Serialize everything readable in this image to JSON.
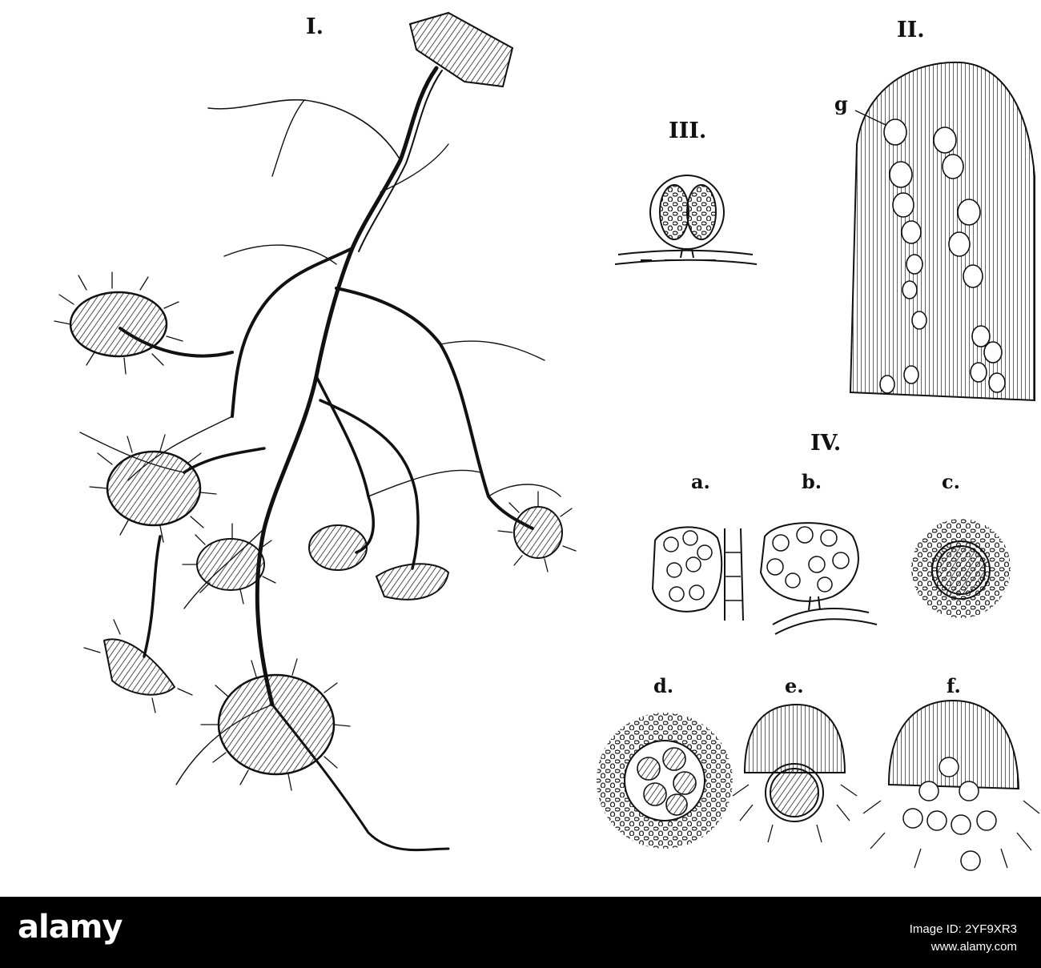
{
  "figure": {
    "labels": {
      "fig1": "I.",
      "fig2": "II.",
      "fig3": "III.",
      "fig4": "IV.",
      "sub_a": "a.",
      "sub_b": "b.",
      "sub_c": "c.",
      "sub_d": "d.",
      "sub_e": "e.",
      "sub_f": "f.",
      "callout_g": "g"
    }
  },
  "footer": {
    "brand": "alamy",
    "image_id_label": "Image ID: 2YF9XR3",
    "site": "www.alamy.com"
  },
  "colors": {
    "ink": "#111111",
    "paper": "#ffffff",
    "footer_bg": "#000000",
    "footer_text": "#ffffff"
  }
}
